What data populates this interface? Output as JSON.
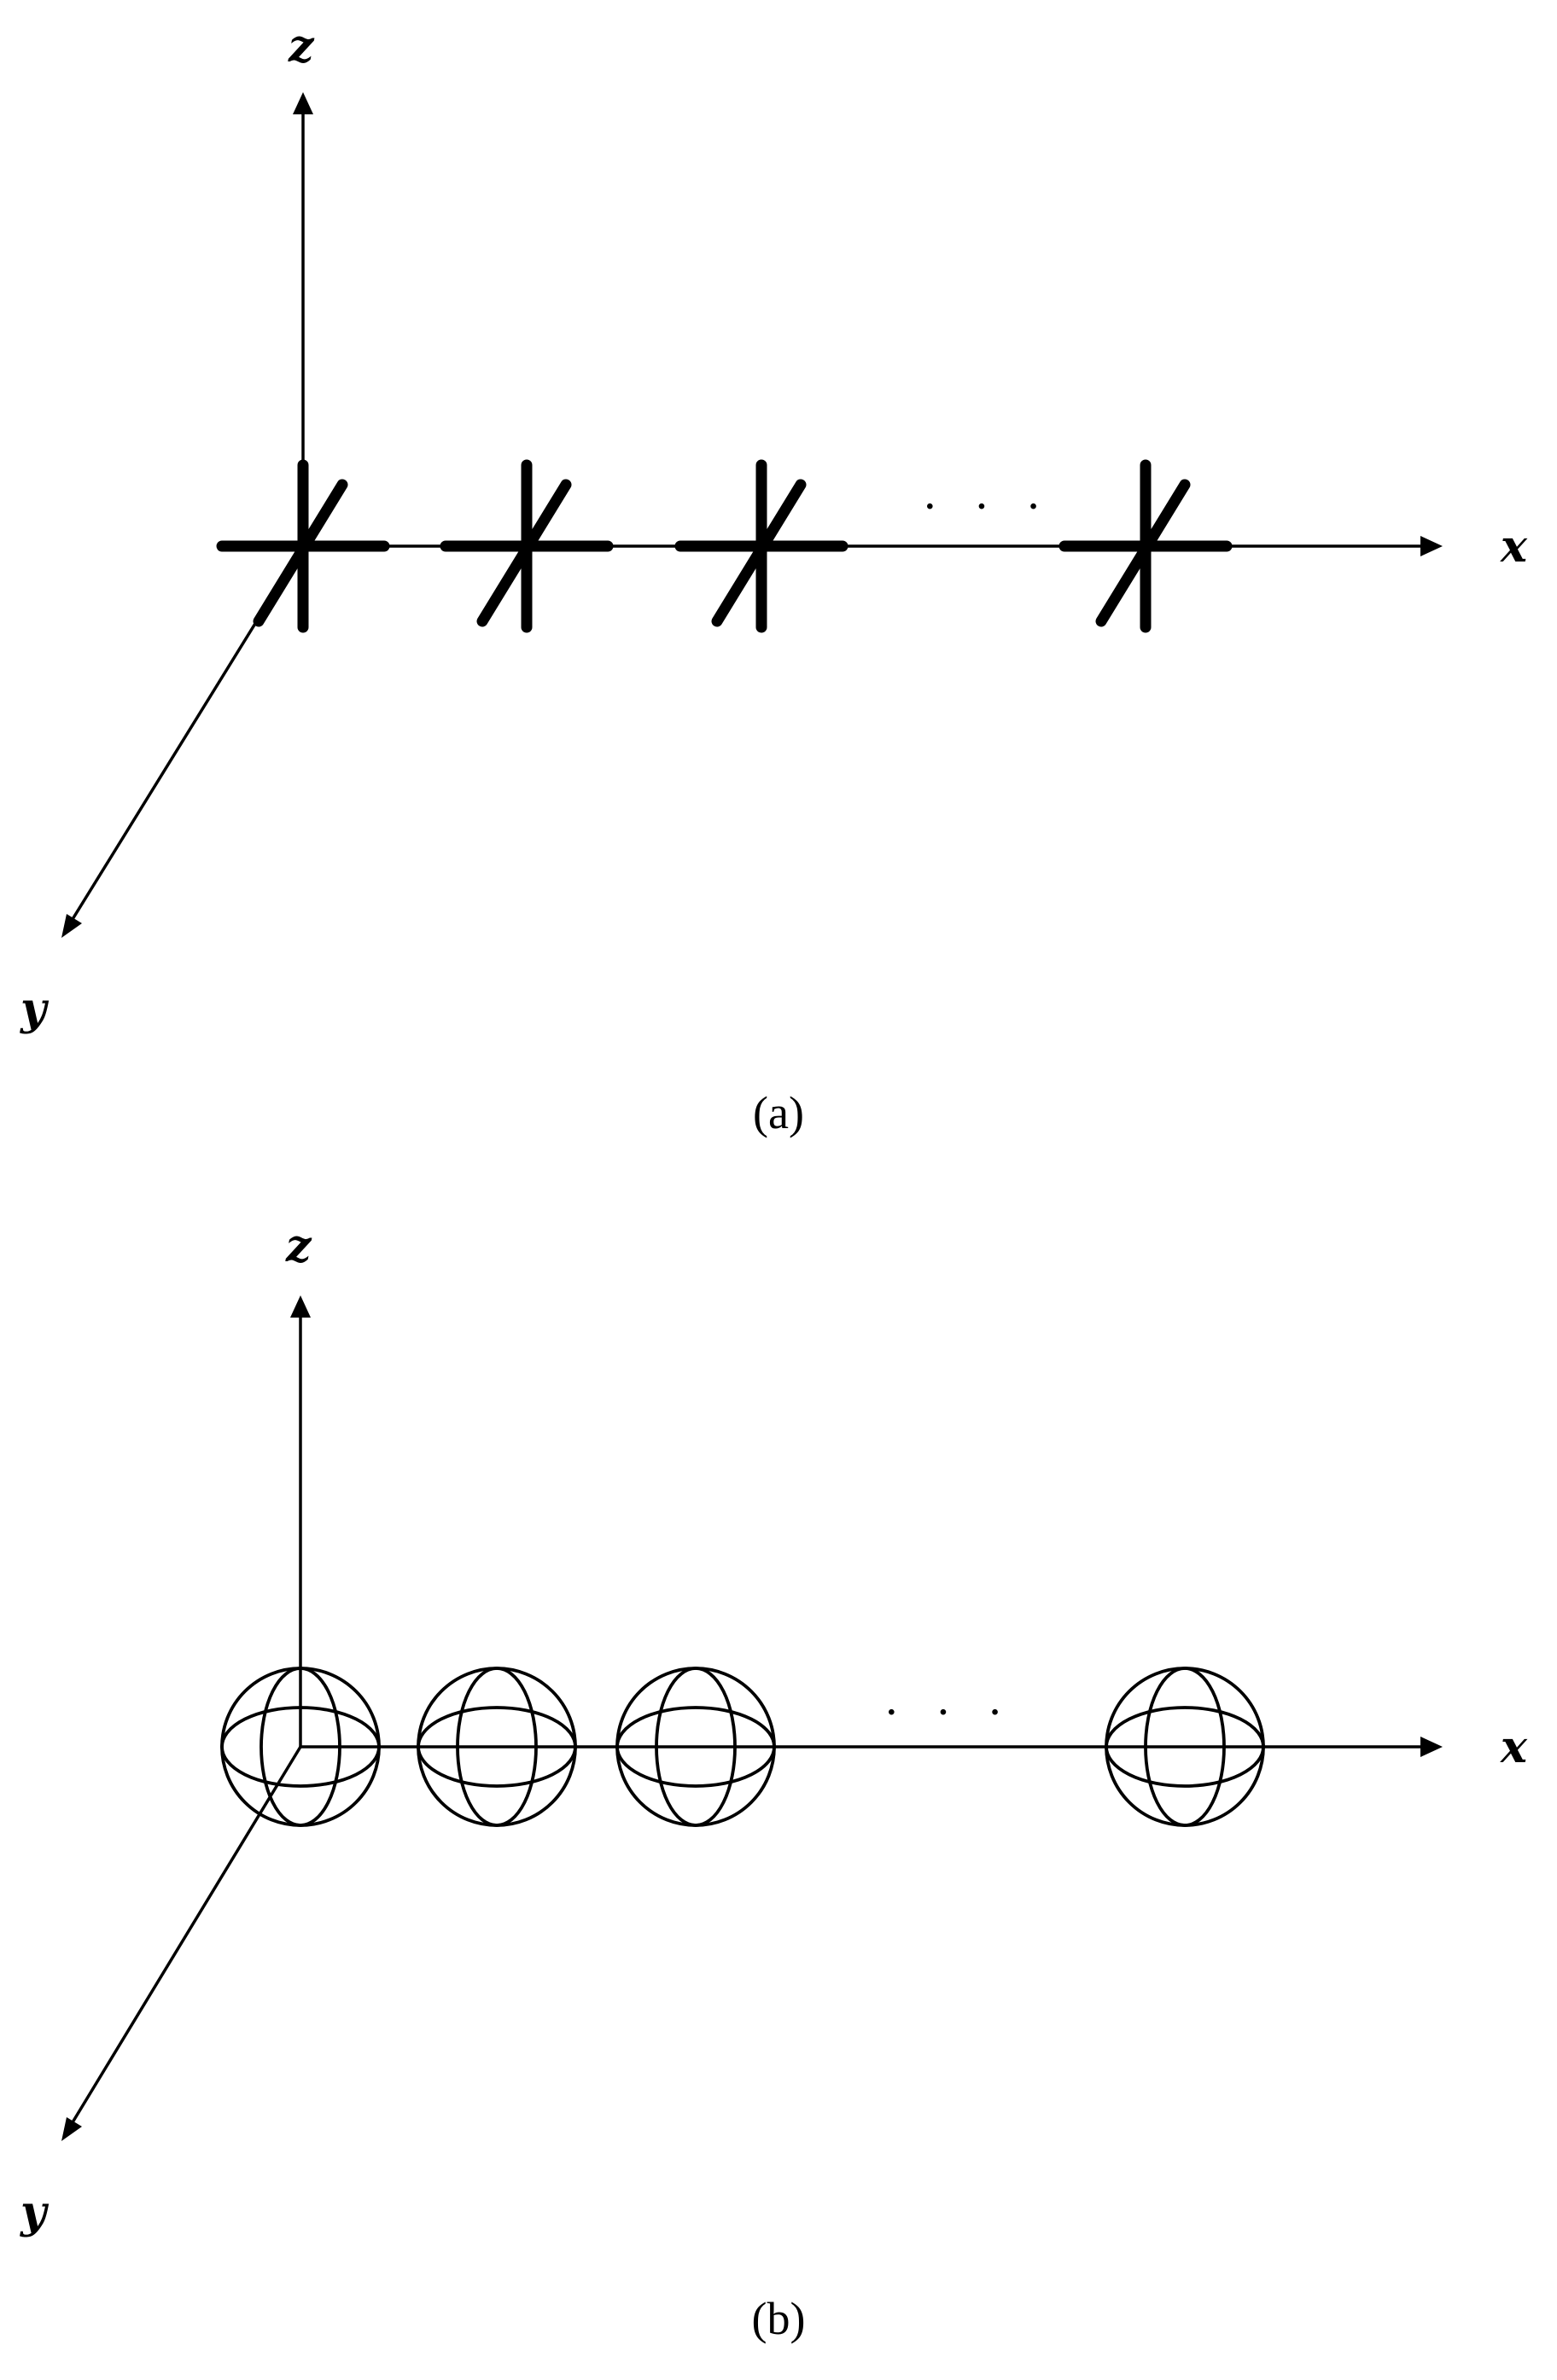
{
  "colors": {
    "ink": "#000000",
    "background": "#ffffff"
  },
  "panels": [
    {
      "id": "a",
      "caption": "(a)",
      "ellipsis": "· · ·",
      "axis_labels": {
        "x": "x",
        "y": "y",
        "z": "z"
      },
      "element_type": "crossed-dipole",
      "element_count_shown": 4
    },
    {
      "id": "b",
      "caption": "(b)",
      "ellipsis": "· · ·",
      "axis_labels": {
        "x": "x",
        "y": "y",
        "z": "z"
      },
      "element_type": "sphere",
      "element_count_shown": 4
    }
  ]
}
